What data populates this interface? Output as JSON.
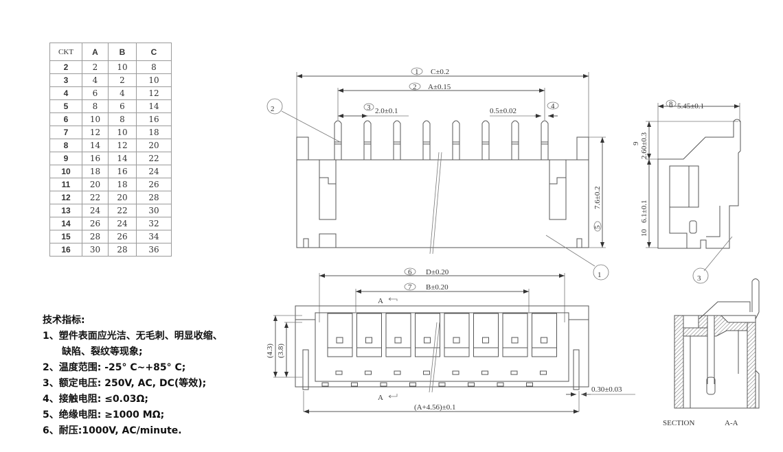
{
  "table": {
    "headers": [
      "CKT",
      "A",
      "B",
      "C"
    ],
    "rows": [
      [
        "2",
        "2",
        "10",
        "8"
      ],
      [
        "3",
        "4",
        "2",
        "10"
      ],
      [
        "4",
        "6",
        "4",
        "12"
      ],
      [
        "5",
        "8",
        "6",
        "14"
      ],
      [
        "6",
        "10",
        "8",
        "16"
      ],
      [
        "7",
        "12",
        "10",
        "18"
      ],
      [
        "8",
        "14",
        "12",
        "20"
      ],
      [
        "9",
        "16",
        "14",
        "22"
      ],
      [
        "10",
        "18",
        "16",
        "24"
      ],
      [
        "11",
        "20",
        "18",
        "26"
      ],
      [
        "12",
        "22",
        "20",
        "28"
      ],
      [
        "13",
        "24",
        "22",
        "30"
      ],
      [
        "14",
        "26",
        "24",
        "32"
      ],
      [
        "15",
        "28",
        "26",
        "34"
      ],
      [
        "16",
        "30",
        "28",
        "36"
      ]
    ]
  },
  "specs": {
    "title": "技术指标:",
    "items": [
      "1、塑件表面应光洁、无毛刺、明显收缩、",
      "缺陷、裂纹等现象;",
      "2、温度范围: -25° C~+85° C;",
      "3、额定电压: 250V, AC, DC(等效);",
      "4、接触电阻: ≤0.03Ω;",
      "5、绝缘电阻: ≥1000 MΩ;",
      "6、耐压:1000V, AC/minute."
    ]
  },
  "dims": {
    "c": "C±0.2",
    "a": "A±0.15",
    "pitch": "2.0±0.1",
    "pin_w": "0.5±0.02",
    "height": "7.6±0.2",
    "d": "D±0.20",
    "b": "B±0.20",
    "h43": "(4.3)",
    "h38": "(3.8)",
    "tail": "0.30±0.03",
    "total": "(A+4.56)±0.1",
    "depth": "5.45±0.1",
    "h260": "2.60±0.3",
    "h61": "6.1±0.1"
  },
  "markers": [
    "1",
    "2",
    "3",
    "4",
    "5",
    "6",
    "7",
    "8",
    "9",
    "10"
  ],
  "callouts": [
    "1",
    "2",
    "3"
  ],
  "section_mark": "A",
  "section_title": "SECTION",
  "section_name": "A-A"
}
